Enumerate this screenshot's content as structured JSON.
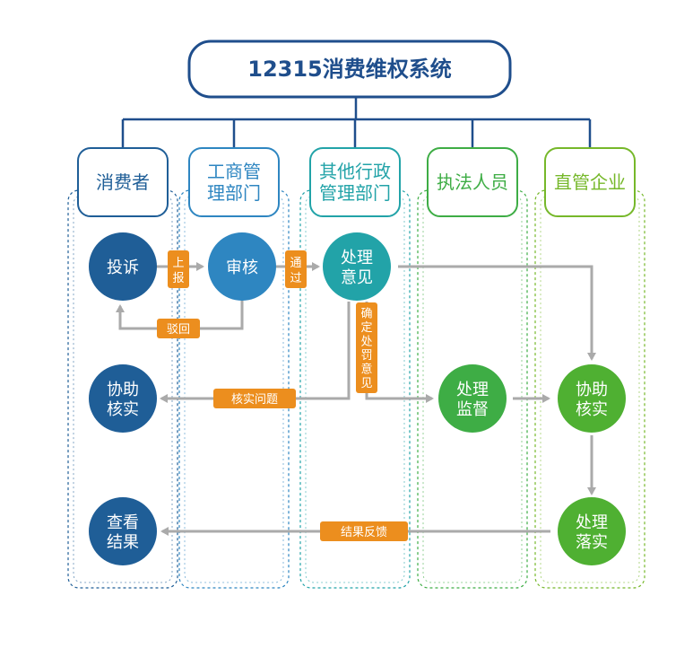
{
  "title": "12315消费维权系统",
  "lanes": [
    {
      "label_lines": [
        "消费者"
      ],
      "color": "#1F5E97"
    },
    {
      "label_lines": [
        "工商管",
        "理部门"
      ],
      "color": "#2E86C1"
    },
    {
      "label_lines": [
        "其他行政",
        "管理部门"
      ],
      "color": "#22A3A8"
    },
    {
      "label_lines": [
        "执法人员"
      ],
      "color": "#3EAD45"
    },
    {
      "label_lines": [
        "直管企业"
      ],
      "color": "#76B82A"
    }
  ],
  "nodes": [
    {
      "id": "complaint",
      "lines": [
        "投诉"
      ],
      "color": "#1F5E97"
    },
    {
      "id": "review",
      "lines": [
        "审核"
      ],
      "color": "#2E86C1"
    },
    {
      "id": "handle-opinion",
      "lines": [
        "处理",
        "意见"
      ],
      "color": "#22A3A8"
    },
    {
      "id": "assist-verify-consumer",
      "lines": [
        "协助",
        "核实"
      ],
      "color": "#1F5E97"
    },
    {
      "id": "supervise",
      "lines": [
        "处理",
        "监督"
      ],
      "color": "#3EAD45"
    },
    {
      "id": "assist-verify-enterprise",
      "lines": [
        "协助",
        "核实"
      ],
      "color": "#4FB032"
    },
    {
      "id": "check-result",
      "lines": [
        "查看",
        "结果"
      ],
      "color": "#1F5E97"
    },
    {
      "id": "implement",
      "lines": [
        "处理",
        "落实"
      ],
      "color": "#4FB032"
    }
  ],
  "edge_labels": {
    "report": [
      "上",
      "报"
    ],
    "pass": [
      "通",
      "过"
    ],
    "reject": "驳回",
    "penalty": [
      "确",
      "定",
      "处",
      "罚",
      "意",
      "见"
    ],
    "verify_issue": "核实问题",
    "feedback": "结果反馈"
  },
  "colors": {
    "title_border": "#1F4E8C",
    "title_text": "#1F4E8C",
    "connector": "#1F4E8C",
    "arrow": "#AAAAAA",
    "tag": "#EC8E1E",
    "tag_text": "#ffffff"
  }
}
